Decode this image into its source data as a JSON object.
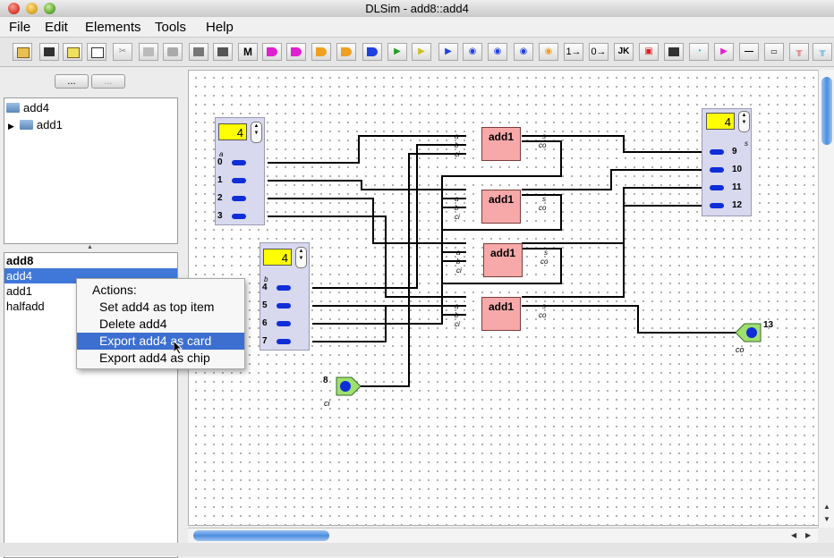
{
  "window": {
    "title": "DLSim - add8::add4"
  },
  "menu": [
    "File",
    "Edit",
    "Elements",
    "Tools",
    "Help"
  ],
  "toolbar": {
    "jk_label": "JK",
    "mux_label": "M",
    "arrow1_label": "1→",
    "arrow0_label": "0→",
    "colors": {
      "magenta": "#e020d0",
      "orange": "#f0a020",
      "blue": "#2040e0",
      "yellow": "#f0e020",
      "red": "#e02020",
      "cyan": "#20d0e0"
    }
  },
  "left": {
    "btn1": "...",
    "btn2": "...",
    "tree": [
      {
        "label": "add4"
      },
      {
        "label": "add1"
      }
    ],
    "list": [
      {
        "label": "add8"
      },
      {
        "label": "add4"
      },
      {
        "label": "add1"
      },
      {
        "label": "halfadd"
      }
    ],
    "popup": {
      "header": "Actions:",
      "items": [
        "Set add4 as top item",
        "Delete add4",
        "Export add4 as card",
        "Export add4 as chip"
      ]
    }
  },
  "canvas": {
    "input_a": {
      "value": "4",
      "name": "a",
      "pins": [
        "0",
        "1",
        "2",
        "3"
      ]
    },
    "input_b": {
      "value": "4",
      "name": "b",
      "pins": [
        "4",
        "5",
        "6",
        "7"
      ]
    },
    "output_s": {
      "value": "4",
      "name": "s",
      "pins": [
        "9",
        "10",
        "11",
        "12"
      ]
    },
    "gates": [
      {
        "label": "add1"
      },
      {
        "label": "add1"
      },
      {
        "label": "add1"
      },
      {
        "label": "add1"
      }
    ],
    "gate_ports": {
      "a": "a",
      "b": "b",
      "ci": "ci",
      "s": "s",
      "co": "co"
    },
    "ci_input": {
      "number": "8",
      "name": "ci"
    },
    "co_output": {
      "number": "13",
      "name": "co"
    }
  }
}
